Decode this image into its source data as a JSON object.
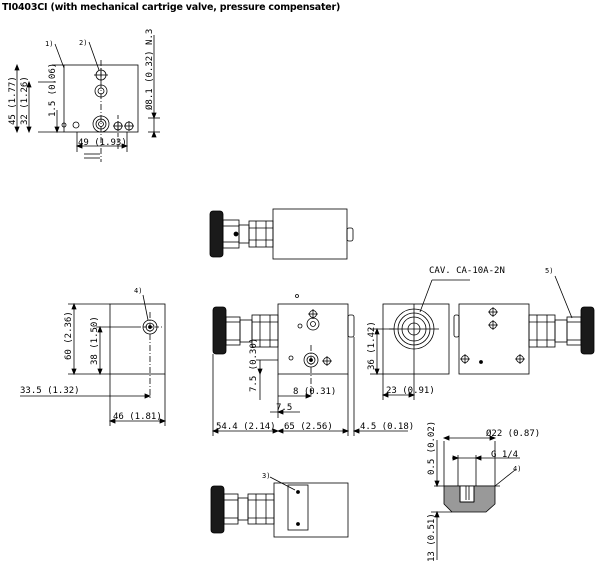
{
  "title": "TI0403CI (with mechanical cartrige valve, pressure compensater)",
  "colors": {
    "line": "#000000",
    "knob": "#1a1a1a",
    "grey": "#999999",
    "background": "#ffffff"
  },
  "callouts": {
    "c1": "1)",
    "c2": "2)",
    "c3": "3)",
    "c4a": "4)",
    "c4b": "4)",
    "c5": "5)"
  },
  "dims": {
    "d45": "45 (1.77)",
    "d32": "32 (1.26)",
    "d1_5": "1.5 (0.06)",
    "d8_1": "Ø8.1 (0.32) N.3",
    "d49": "49 (1.93)",
    "d60": "60 (2.36)",
    "d38": "38 (1.50)",
    "d33_5": "33.5 (1.32)",
    "d46": "46 (1.81)",
    "d7_5v": "7.5 (0.30)",
    "d8": "8 (0.31)",
    "d7_5h": "7.5",
    "d65": "65 (2.56)",
    "d54_4": "54.4 (2.14)",
    "d4_5": "4.5 (0.18)",
    "d36": "36 (1.42)",
    "d23": "23 (0.91)",
    "cav": "CAV. CA-10A-2N",
    "d22": "Ø22 (0.87)",
    "g14": "G 1/4",
    "d0_5": "0.5 (0.02)",
    "d13": "13 (0.51)"
  }
}
